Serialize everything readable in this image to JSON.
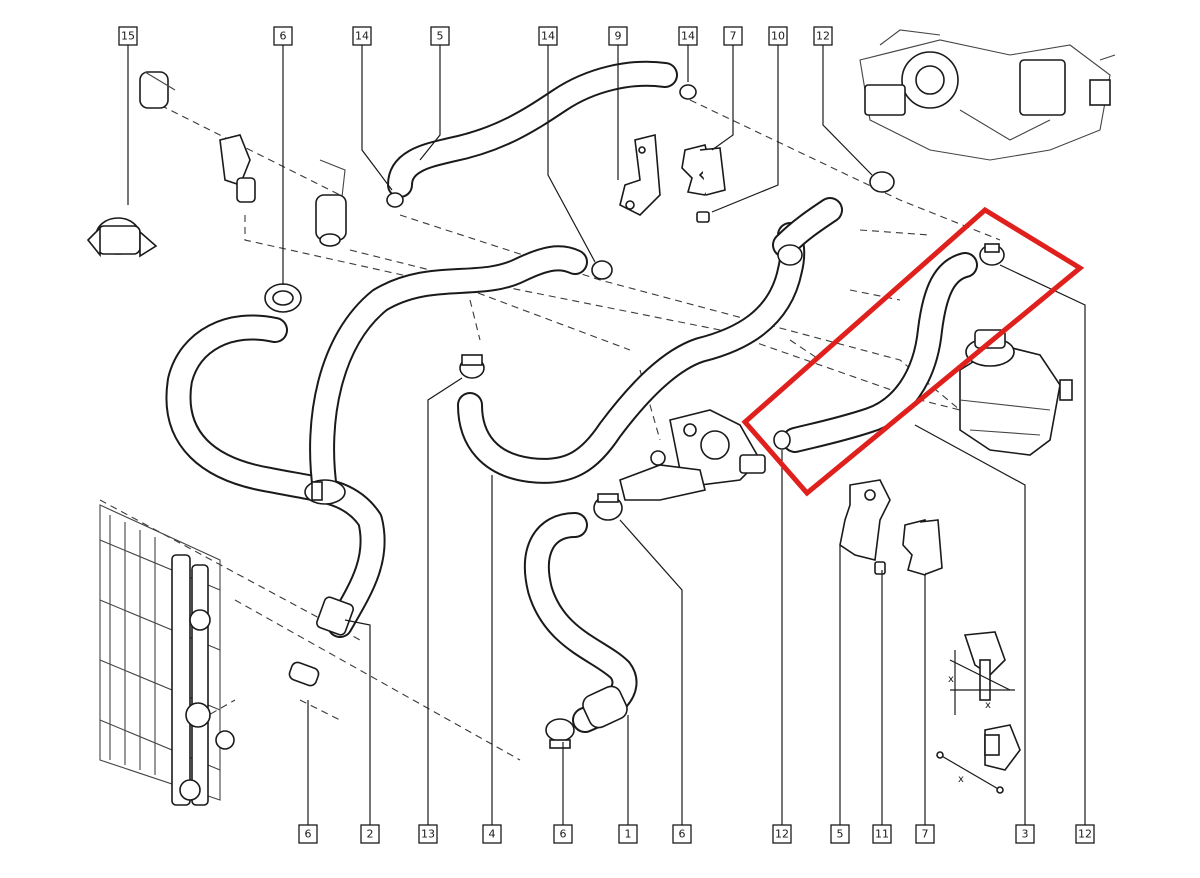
{
  "callouts_top": [
    "15",
    "6",
    "14",
    "5",
    "14",
    "9",
    "14",
    "7",
    "10",
    "12"
  ],
  "callouts_bottom": [
    "6",
    "2",
    "13",
    "4",
    "6",
    "1",
    "6",
    "12",
    "5",
    "11",
    "7",
    "3",
    "12"
  ],
  "dimension_mark": "x",
  "colors": {
    "highlight": "#e0201c",
    "line": "#1a1a1a"
  }
}
